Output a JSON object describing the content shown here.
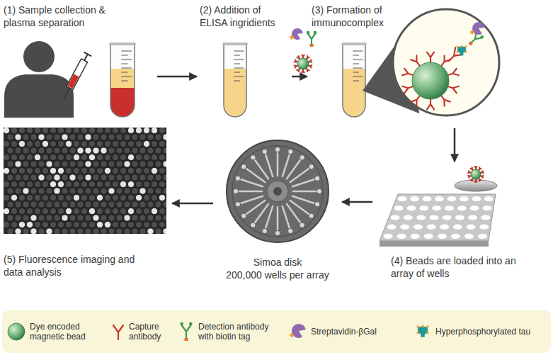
{
  "diagram": {
    "nodes": [
      {
        "text": [
          "(1) Sample collection & plasma separation"
        ]
      },
      {
        "text": [
          "(2) Addition of ELISA ingridients"
        ]
      },
      {
        "text": [
          "(3) Formation of immunocomplex"
        ]
      },
      {
        "text": [
          "(4) Beads are loaded into an array of wells"
        ]
      },
      {
        "text": [
          "Simoa disk",
          "200,000 wells per array"
        ]
      },
      {
        "text": [
          "(5) Fluorescence imaging and data analysis"
        ]
      }
    ],
    "edges": [
      {
        "from": 0,
        "to": 1,
        "arrow": "to"
      },
      {
        "from": 1,
        "to": 2,
        "arrow": "to"
      },
      {
        "from": 2,
        "to": 3,
        "arrow": "to"
      },
      {
        "from": 3,
        "to": 4,
        "arrow": "to"
      },
      {
        "from": 4,
        "to": 5,
        "arrow": "to"
      }
    ],
    "legend": [
      {
        "text": "Dye encoded magnetic bead"
      },
      {
        "text": "Capture antibody"
      },
      {
        "text": "Detection antibody with biotin tag"
      },
      {
        "text": "Streptavidin-βGal"
      },
      {
        "text": "Hyperphosphorylated tau"
      }
    ]
  }
}
